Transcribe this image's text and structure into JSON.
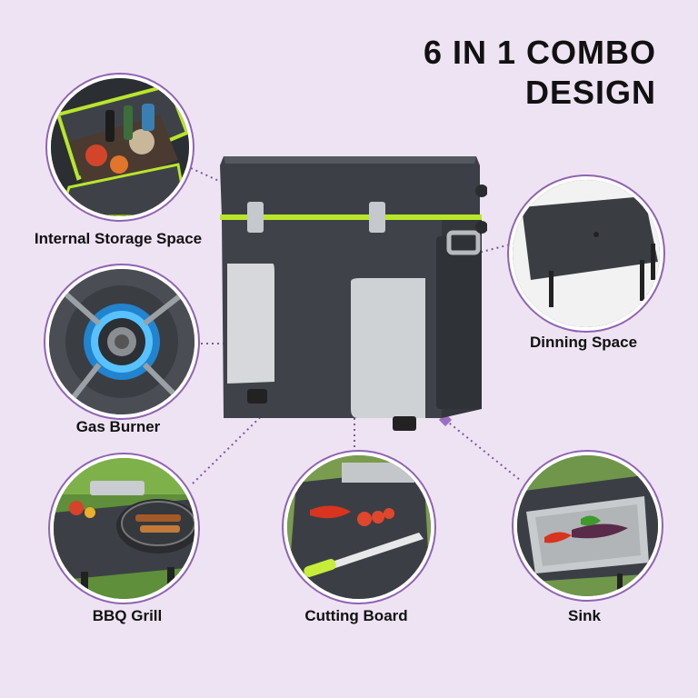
{
  "headline": {
    "line1": "6 IN 1 COMBO",
    "line2": "DESIGN"
  },
  "colors": {
    "background": "#eee3f3",
    "accent": "#8f63b3",
    "product_body": "#3d4147",
    "trim_green": "#b8e62a"
  },
  "features": [
    {
      "label": "Internal Storage Space",
      "icon": "storage-photo"
    },
    {
      "label": "Gas Burner",
      "icon": "burner-photo"
    },
    {
      "label": "BBQ Grill",
      "icon": "grill-photo"
    },
    {
      "label": "Cutting Board",
      "icon": "cutting-board-photo"
    },
    {
      "label": "Sink",
      "icon": "sink-photo"
    },
    {
      "label": "Dinning Space",
      "icon": "table-photo"
    }
  ]
}
